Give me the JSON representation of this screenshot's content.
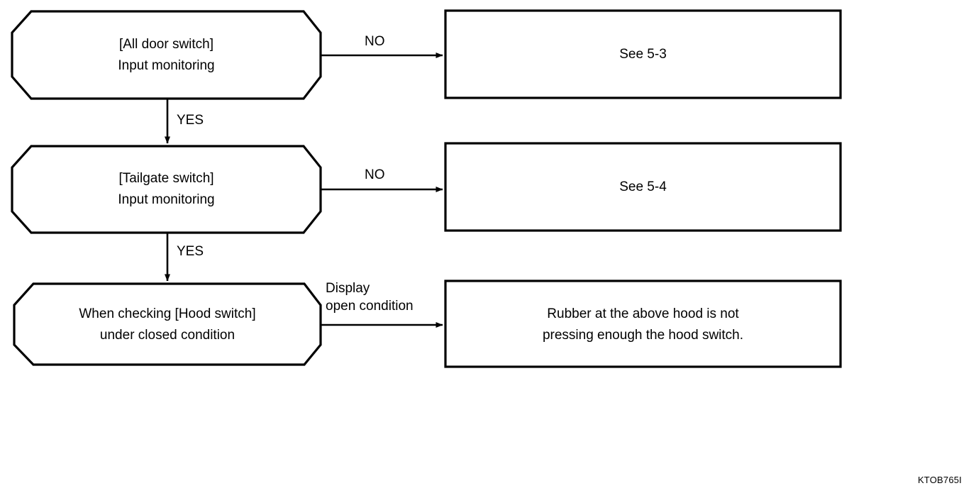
{
  "diagram": {
    "type": "flowchart",
    "title": "",
    "figure_code": "KTOB765I",
    "nodes": [
      {
        "id": "n1",
        "shape": "octagon",
        "line1": "[All door switch]",
        "line2": "Input monitoring",
        "text": "[All door switch]\nInput monitoring"
      },
      {
        "id": "n2",
        "shape": "octagon",
        "line1": "[Tailgate switch]",
        "line2": "Input monitoring",
        "text": "[Tailgate switch]\nInput monitoring"
      },
      {
        "id": "n3",
        "shape": "octagon",
        "line1": "When checking [Hood switch]",
        "line2": "under closed condition",
        "text": "When checking [Hood switch]\nunder closed condition"
      },
      {
        "id": "r1",
        "shape": "rectangle",
        "line1": "See 5-3",
        "line2": "",
        "text": "See 5-3"
      },
      {
        "id": "r2",
        "shape": "rectangle",
        "line1": "See 5-4",
        "line2": "",
        "text": "See 5-4"
      },
      {
        "id": "r3",
        "shape": "rectangle",
        "line1": "Rubber at the above hood is not",
        "line2": "pressing enough the hood switch.",
        "text": "Rubber at the above hood is not\npressing enough the hood switch."
      }
    ],
    "edges": [
      {
        "id": "e1",
        "from": "n1",
        "to": "r1",
        "label": "NO",
        "direction": "right"
      },
      {
        "id": "e2",
        "from": "n1",
        "to": "n2",
        "label": "YES",
        "direction": "down"
      },
      {
        "id": "e3",
        "from": "n2",
        "to": "r2",
        "label": "NO",
        "direction": "right"
      },
      {
        "id": "e4",
        "from": "n2",
        "to": "n3",
        "label": "YES",
        "direction": "down"
      },
      {
        "id": "e5",
        "from": "n3",
        "to": "r3",
        "label": "Display\nopen condition",
        "label_line1": "Display",
        "label_line2": "open condition",
        "direction": "right"
      }
    ],
    "colors": {
      "stroke": "#000000",
      "fill": "#ffffff",
      "text": "#000000"
    }
  }
}
